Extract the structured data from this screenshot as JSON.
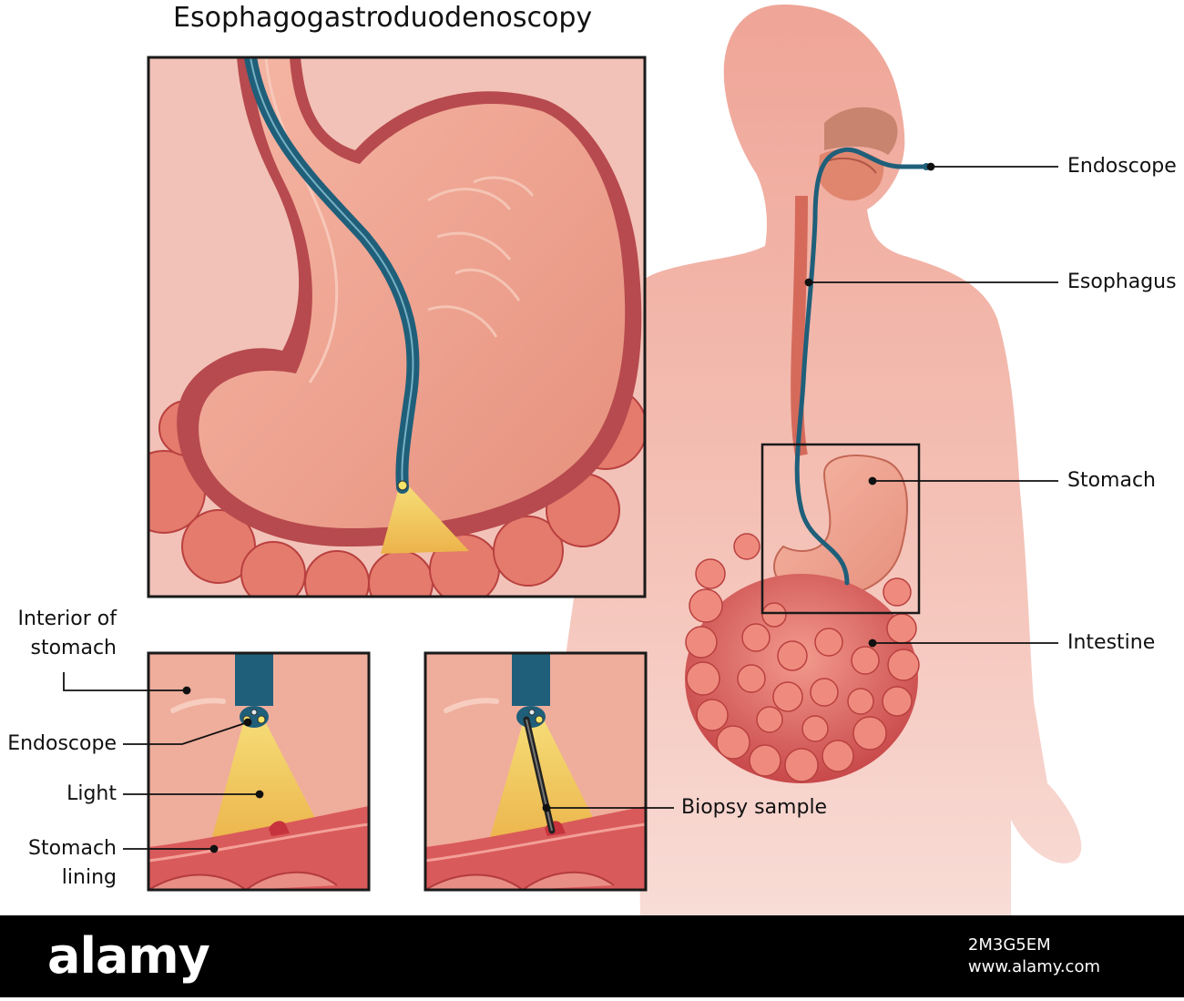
{
  "title": "Esophagogastroduodenoscopy",
  "labels": {
    "endoscope_right": "Endoscope",
    "esophagus": "Esophagus",
    "stomach": "Stomach",
    "intestine": "Intestine",
    "interior_of_stomach_l1": "Interior of",
    "interior_of_stomach_l2": "stomach",
    "endoscope_left": "Endoscope",
    "light": "Light",
    "stomach_lining_l1": "Stomach",
    "stomach_lining_l2": "lining",
    "biopsy_sample": "Biopsy sample"
  },
  "watermark": {
    "logo": "alamy",
    "image_id": "2M3G5EM",
    "site": "www.alamy.com"
  },
  "colors": {
    "body_silhouette": "#f3b7ad",
    "panel_bg": "#f2c2b8",
    "stomach_tissue": "#e9927f",
    "intestine": "#e0695f",
    "endoscope": "#1f5f7a",
    "light_cone": "#f3c24a",
    "border": "#1a1a1a"
  }
}
